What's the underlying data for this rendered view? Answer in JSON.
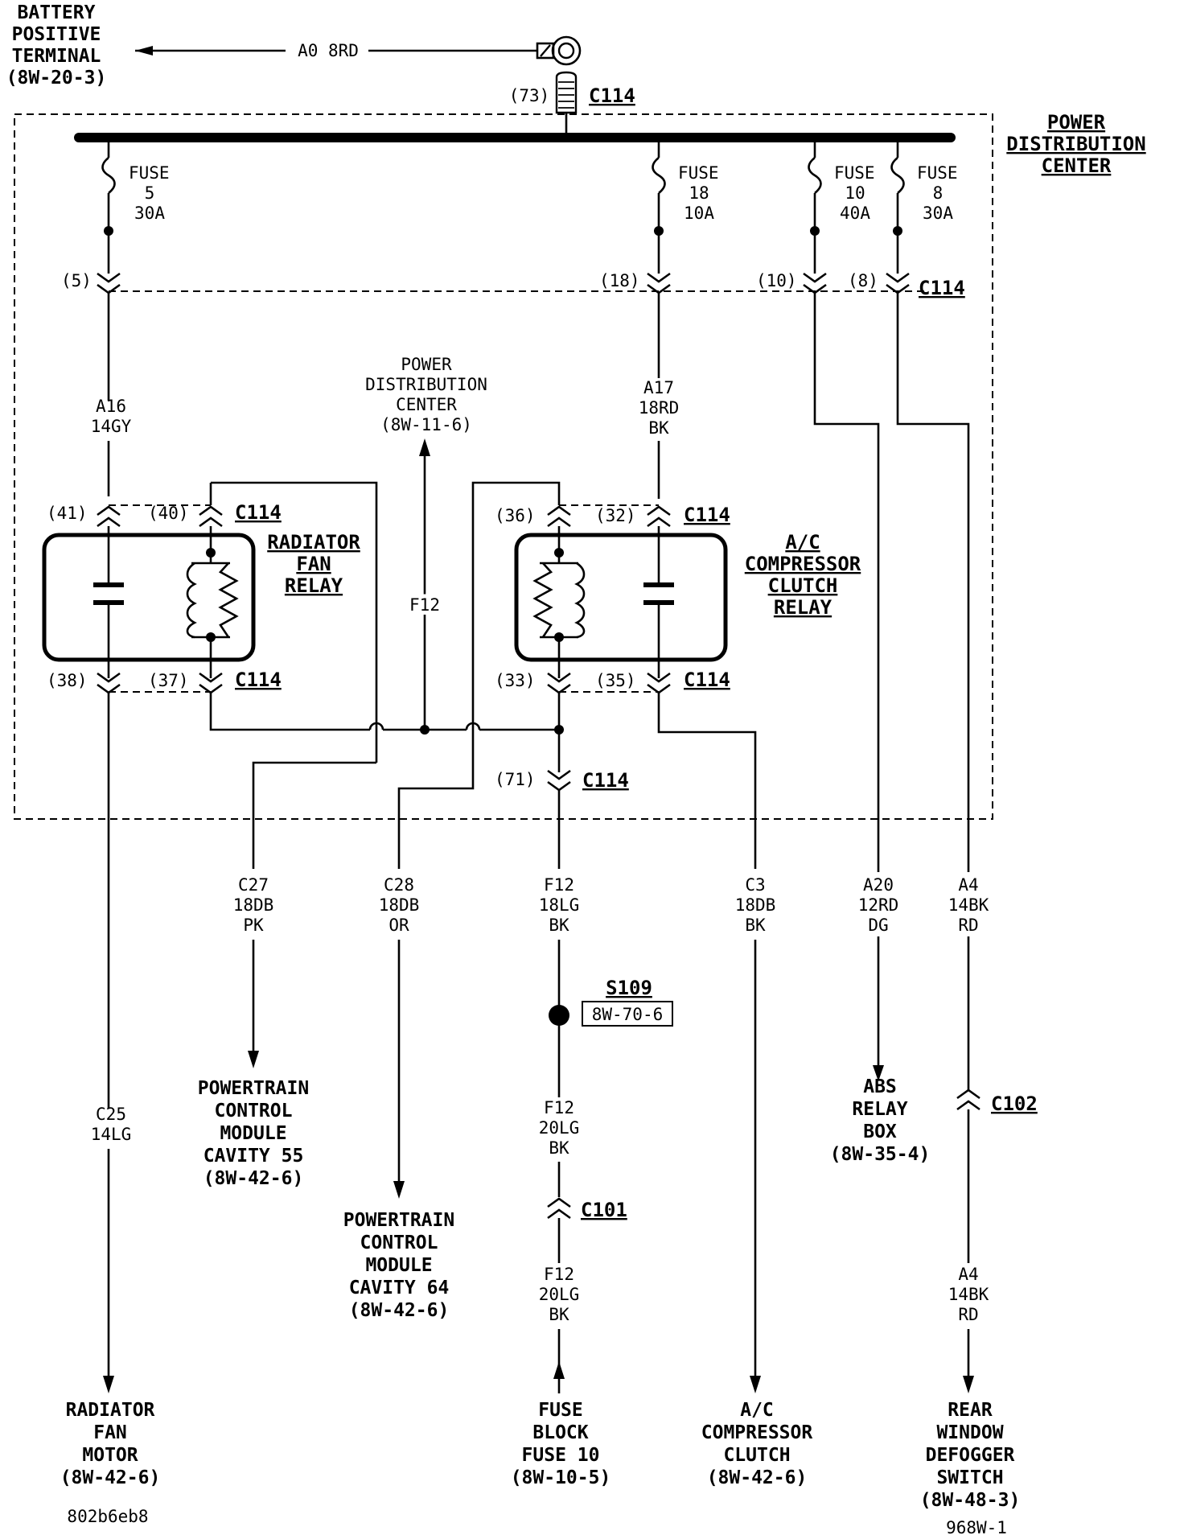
{
  "battery": {
    "label": [
      "BATTERY",
      "POSITIVE",
      "TERMINAL",
      "(8W-20-3)"
    ],
    "wire": "A0 8RD"
  },
  "pdc": {
    "title": [
      "POWER",
      "DISTRIBUTION",
      "CENTER"
    ],
    "ref": [
      "POWER",
      "DISTRIBUTION",
      "CENTER",
      "(8W-11-6)"
    ],
    "feed_pin": "(73)",
    "connector": "C114",
    "fuses": [
      {
        "label": "FUSE",
        "num": "5",
        "amp": "30A",
        "pin": "(5)"
      },
      {
        "label": "FUSE",
        "num": "18",
        "amp": "10A",
        "pin": "(18)"
      },
      {
        "label": "FUSE",
        "num": "10",
        "amp": "40A",
        "pin": "(10)"
      },
      {
        "label": "FUSE",
        "num": "8",
        "amp": "30A",
        "pin": "(8)"
      }
    ]
  },
  "relays": {
    "radiator": {
      "name": [
        "RADIATOR",
        "FAN",
        "RELAY"
      ],
      "pins": [
        "(41)",
        "(40)",
        "(38)",
        "(37)"
      ],
      "connector": "C114"
    },
    "ac": {
      "name": [
        "A/C",
        "COMPRESSOR",
        "CLUTCH",
        "RELAY"
      ],
      "pins": [
        "(36)",
        "(32)",
        "(33)",
        "(35)"
      ],
      "connector": "C114"
    }
  },
  "wires": {
    "a16": [
      "A16",
      "14GY"
    ],
    "a17": [
      "A17",
      "18RD",
      "BK"
    ],
    "f12_mid": "F12",
    "f12_pin": "(71)",
    "f12_connector": "C114",
    "c27": [
      "C27",
      "18DB",
      "PK"
    ],
    "c28": [
      "C28",
      "18DB",
      "OR"
    ],
    "f12_a": [
      "F12",
      "18LG",
      "BK"
    ],
    "c3": [
      "C3",
      "18DB",
      "BK"
    ],
    "a20": [
      "A20",
      "12RD",
      "DG"
    ],
    "a4_a": [
      "A4",
      "14BK",
      "RD"
    ],
    "c25": [
      "C25",
      "14LG"
    ],
    "f12_b": [
      "F12",
      "20LG",
      "BK"
    ],
    "f12_c": [
      "F12",
      "20LG",
      "BK"
    ],
    "a4_b": [
      "A4",
      "14BK",
      "RD"
    ]
  },
  "splice": {
    "name": "S109",
    "ref": "8W-70-6"
  },
  "connectors": {
    "c101": "C101",
    "c102": "C102"
  },
  "destinations": {
    "pcm55": [
      "POWERTRAIN",
      "CONTROL",
      "MODULE",
      "CAVITY 55",
      "(8W-42-6)"
    ],
    "pcm64": [
      "POWERTRAIN",
      "CONTROL",
      "MODULE",
      "CAVITY 64",
      "(8W-42-6)"
    ],
    "abs": [
      "ABS",
      "RELAY",
      "BOX",
      "(8W-35-4)"
    ],
    "rad_motor": [
      "RADIATOR",
      "FAN",
      "MOTOR",
      "(8W-42-6)"
    ],
    "fuse_block": [
      "FUSE",
      "BLOCK",
      "FUSE 10",
      "(8W-10-5)"
    ],
    "ac_clutch": [
      "A/C",
      "COMPRESSOR",
      "CLUTCH",
      "(8W-42-6)"
    ],
    "defogger": [
      "REAR",
      "WINDOW",
      "DEFOGGER",
      "SWITCH",
      "(8W-48-3)"
    ]
  },
  "footer": {
    "left_code": "802b6eb8",
    "right_code": "968W-1"
  }
}
